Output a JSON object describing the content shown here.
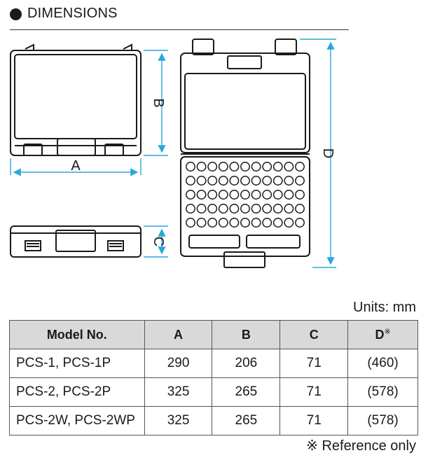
{
  "section": {
    "title": "DIMENSIONS"
  },
  "dimension_letters": {
    "a": "A",
    "b": "B",
    "c": "C",
    "d": "D"
  },
  "units_label": "Units: mm",
  "table": {
    "headers": [
      "Model No.",
      "A",
      "B",
      "C",
      "D"
    ],
    "d_mark": "※",
    "rows": [
      [
        "PCS-1, PCS-1P",
        "290",
        "206",
        "71",
        "(460)"
      ],
      [
        "PCS-2, PCS-2P",
        "325",
        "265",
        "71",
        "(578)"
      ],
      [
        "PCS-2W, PCS-2WP",
        "325",
        "265",
        "71",
        "(578)"
      ]
    ]
  },
  "footnote": "※ Reference only",
  "colors": {
    "dimension_line": "#2aa7d8",
    "outline": "#1a1a1a",
    "header_fill": "#d9d9d9"
  }
}
